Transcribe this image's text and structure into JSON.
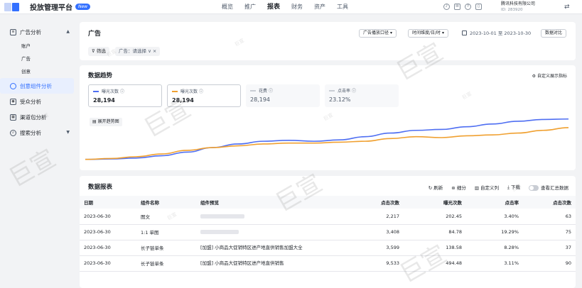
{
  "header": {
    "brand": "投放管理平台",
    "new_badge": "New",
    "nav": [
      "概览",
      "推广",
      "报表",
      "财务",
      "资产",
      "工具"
    ],
    "active_nav": "报表",
    "company_name": "腾讯科技有限公司",
    "company_id": "ID: 283920"
  },
  "sidebar": {
    "groups": [
      {
        "label": "广告分析",
        "icon": "list-icon",
        "children": [
          "账户",
          "广告",
          "创意"
        ]
      },
      {
        "label": "创意组件分析",
        "icon": "bulb-icon",
        "active": true
      },
      {
        "label": "受众分析",
        "icon": "people-icon"
      },
      {
        "label": "渠道包分析",
        "icon": "package-icon"
      },
      {
        "label": "搜索分析",
        "icon": "search-icon"
      }
    ]
  },
  "filters": {
    "page_title": "广告",
    "caliber": "广告播放口径",
    "time_dim": "时间维度/日/时",
    "date_range": "2023-10-01 至 2023-10-30",
    "compare": "数据对比",
    "filter_label": "筛选",
    "ad_filter": "广告：请选择"
  },
  "trend": {
    "title": "数据趋势",
    "custom_metric": "自定义展示指标",
    "expand_label": "展开趋势图",
    "metrics": [
      {
        "label": "曝光次数",
        "value": "28,194",
        "color": "#4e6ef2",
        "selected": true
      },
      {
        "label": "曝光次数",
        "value": "28,194",
        "color": "#f0a030",
        "selected": true
      },
      {
        "label": "花费",
        "value": "28,194",
        "color": "#c9cdd4",
        "selected": false
      },
      {
        "label": "点击率",
        "value": "23.12%",
        "color": "#c9cdd4",
        "selected": false
      }
    ]
  },
  "chart_data": {
    "type": "line",
    "series": [
      {
        "color": "#4e6ef2",
        "values": [
          2,
          3,
          5,
          10,
          18,
          28,
          36,
          42,
          44,
          42,
          45,
          52,
          60,
          66,
          68,
          74,
          80,
          86,
          90,
          91
        ]
      },
      {
        "color": "#f0a030",
        "values": [
          2,
          4,
          8,
          14,
          22,
          28,
          32,
          36,
          38,
          38,
          40,
          42,
          48,
          52,
          50,
          54,
          56,
          60,
          66,
          72
        ]
      }
    ],
    "ylim": [
      0,
      100
    ],
    "grid": false
  },
  "report": {
    "title": "数据报表",
    "toolbar": [
      "刷新",
      "细分",
      "自定义列",
      "下载"
    ],
    "summary_toggle": "查看汇总数据",
    "columns": [
      "日期",
      "组件名称",
      "组件预览",
      "点击次数",
      "曝光次数",
      "点击率",
      "点击次数"
    ],
    "rows": [
      {
        "date": "2023-06-30",
        "name": "图文",
        "preview": "",
        "clicks": "2,217",
        "impressions": "202.45",
        "ctr": "3.40%",
        "clicks2": "63"
      },
      {
        "date": "2023-06-30",
        "name": "1:1 单图",
        "preview": "",
        "clicks": "3,408",
        "impressions": "84.78",
        "ctr": "19.29%",
        "clicks2": "75"
      },
      {
        "date": "2023-06-30",
        "name": "长子链单条",
        "preview": "[加盟] 小商品大促销特区进产地直供销售加盟大全",
        "clicks": "3,599",
        "impressions": "138.58",
        "ctr": "8.28%",
        "clicks2": "37"
      },
      {
        "date": "2023-06-30",
        "name": "长子链单条",
        "preview": "[加盟] 小商品大促销特区进产地直供销售",
        "clicks": "9,533",
        "impressions": "494.48",
        "ctr": "3.11%",
        "clicks2": "90"
      }
    ]
  },
  "watermark": "巨宣",
  "watermark_small": "巨宣"
}
